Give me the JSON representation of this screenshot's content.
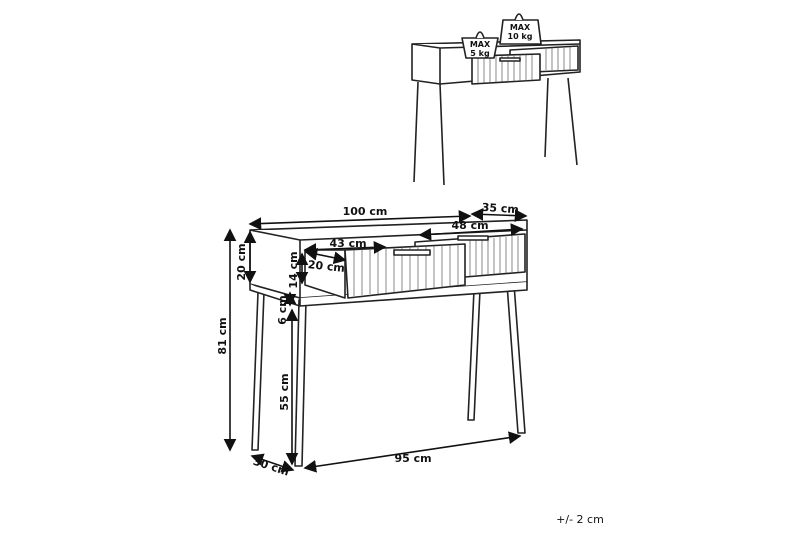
{
  "top_view": {
    "weight_small": {
      "line1": "MAX",
      "line2": "5 kg"
    },
    "weight_large": {
      "line1": "MAX",
      "line2": "10 kg"
    }
  },
  "dimensions": {
    "width": "100 cm",
    "depth": "35 cm",
    "drawer_right_width": "48 cm",
    "drawer_left_width": "43 cm",
    "drawer_depth": "20 cm",
    "drawer_height": "14 cm",
    "top_height": "20 cm",
    "apron_gap": "6 cm",
    "total_height": "81 cm",
    "leg_height": "55 cm",
    "leg_depth_span": "30 cm",
    "leg_width_span": "95 cm"
  },
  "tolerance": "+/- 2 cm"
}
